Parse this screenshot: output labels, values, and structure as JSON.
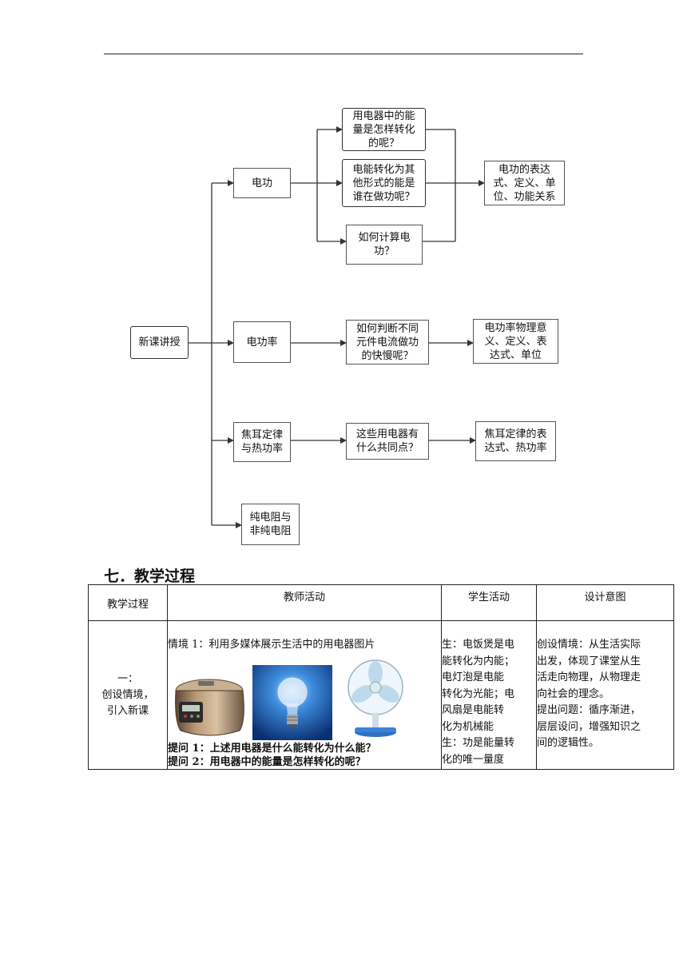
{
  "flowchart": {
    "root": "新课讲授",
    "branch1": {
      "label": "电功",
      "q1": "用电器中的能量是怎样转化的呢？",
      "q1_lines": [
        "用电器中的能",
        "量是怎样转化",
        "的呢？"
      ],
      "q2_lines": [
        "电能转化为其",
        "他形式的能是",
        "谁在做功呢？"
      ],
      "q3_lines": [
        "如何计算电",
        "功？"
      ],
      "result_lines": [
        "电功的表达",
        "式、定义、单",
        "位、功能关系"
      ]
    },
    "branch2": {
      "label": "电功率",
      "q_lines": [
        "如何判断不同",
        "元件电流做功",
        "的快慢呢？"
      ],
      "result_lines": [
        "电功率物理意",
        "义、定义、表",
        "达式、单位"
      ]
    },
    "branch3": {
      "label_lines": [
        "焦耳定律",
        "与热功率"
      ],
      "q_lines": [
        "这些用电器有",
        "什么共同点？"
      ],
      "result_lines": [
        "焦耳定律的表",
        "达式、热功率"
      ]
    },
    "branch4": {
      "label_lines": [
        "纯电阻与",
        "非纯电阻"
      ]
    }
  },
  "section": {
    "title": "七．教学过程"
  },
  "table": {
    "headers": [
      "教学过程",
      "教师活动",
      "学生活动",
      "设计意图"
    ],
    "row1": {
      "stage_lines": [
        "一：",
        "创设情境，",
        "引入新课"
      ],
      "teacher_intro": "情境 1：利用多媒体展示生活中的用电器图片",
      "image_names": [
        "rice-cooker",
        "light-bulb",
        "electric-fan"
      ],
      "question1": "提问 1：上述用电器是什么能转化为什么能？",
      "question2": "提问 2：用电器中的能量是怎样转化的呢？",
      "student_lines": [
        "生：电饭煲是电",
        "能转化为内能；",
        "电灯泡是电能",
        "转化为光能；电",
        "风扇是电能转",
        "化为机械能",
        "生：功是能量转",
        "化的唯一量度"
      ],
      "intent_lines": [
        "创设情境：从生活实际",
        "出发，体现了课堂从生",
        "活走向物理，从物理走",
        "向社会的理念。",
        "提出问题：循序渐进，",
        "层层设问，增强知识之",
        "间的逻辑性。"
      ]
    }
  }
}
